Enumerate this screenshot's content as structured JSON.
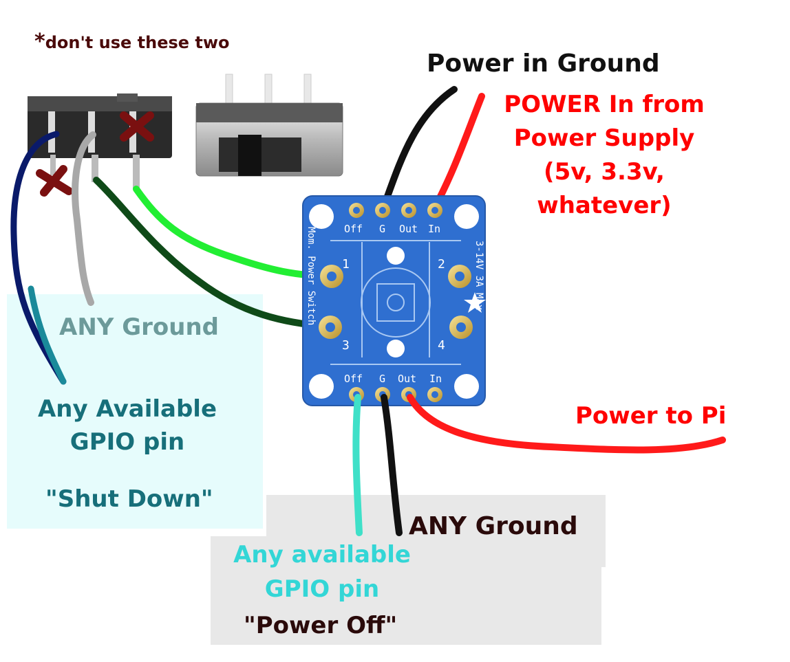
{
  "annotations": {
    "dont_use_star": "*",
    "dont_use_text": "don't use these two",
    "power_in_ground": "Power in Ground",
    "power_in_supply": [
      "POWER In from",
      "Power Supply",
      "(5v, 3.3v,",
      "whatever)"
    ],
    "power_to_pi": "Power to Pi",
    "any_ground_left": "ANY Ground",
    "gpio_left": [
      "Any Available",
      "GPIO pin"
    ],
    "shut_down": "\"Shut Down\"",
    "any_ground_bottom": "ANY Ground",
    "gpio_bottom": [
      "Any available",
      "GPIO pin"
    ],
    "power_off": "\"Power Off\""
  },
  "board": {
    "top_pins": [
      "Off",
      "G",
      "Out",
      "In"
    ],
    "bottom_pins": [
      "Off",
      "G",
      "Out",
      "In"
    ],
    "left_side_text": "Mom. Power Switch",
    "right_side_text": "3-14V 3A Max",
    "pad_numbers": [
      "1",
      "2",
      "3",
      "4"
    ]
  },
  "colors": {
    "board_blue": "#2f6fd0",
    "wire_red": "#ff1a1a",
    "wire_black": "#111111",
    "wire_bright_green": "#22ee33",
    "wire_dark_green": "#0f4a18",
    "wire_navy": "#0a1a6a",
    "wire_gray": "#a8a8a8",
    "wire_teal": "#1a8a9a",
    "wire_turquoise": "#3fe0c8",
    "label_red": "#ff0000",
    "label_teal": "#176f7a",
    "label_gray_teal": "#6c9a9a",
    "label_turquoise": "#33d6d6",
    "label_dark": "#2a0a0a",
    "label_maroon": "#4a0a0a",
    "panel_cyan": "#e6fcfc",
    "panel_gray": "#e8e8e8"
  }
}
